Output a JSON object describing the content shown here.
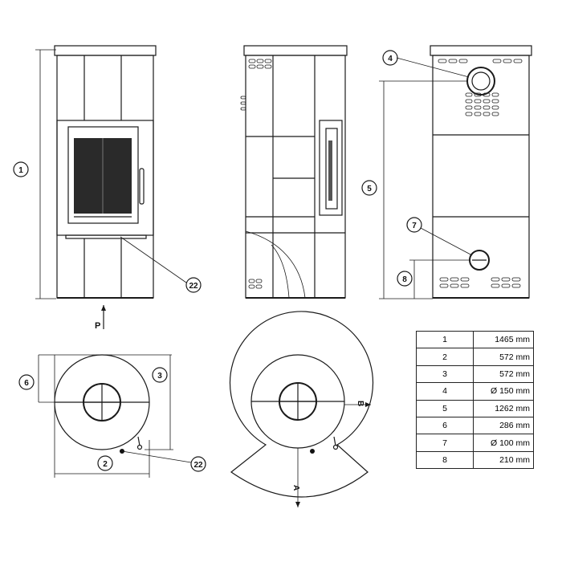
{
  "callouts": {
    "height_mark": "1",
    "width_mark": "2",
    "depth_mark": "3",
    "flue_top_mark": "4",
    "flue_top_height_mark": "5",
    "depth_offset_mark": "6",
    "air_inlet_mark": "7",
    "air_inlet_height_mark": "8",
    "ash_mark_front": "22",
    "ash_mark_plan": "22"
  },
  "view_labels": {
    "front_view_arrow": "P",
    "plan_b_marker": "B",
    "plan_a_marker": "A"
  },
  "spec_table": {
    "rows": [
      {
        "index": "1",
        "value": "1465 mm"
      },
      {
        "index": "2",
        "value": "572 mm"
      },
      {
        "index": "3",
        "value": "572 mm"
      },
      {
        "index": "4",
        "value": "Ø 150 mm"
      },
      {
        "index": "5",
        "value": "1262 mm"
      },
      {
        "index": "6",
        "value": "286 mm"
      },
      {
        "index": "7",
        "value": "Ø 100 mm"
      },
      {
        "index": "8",
        "value": "210 mm"
      }
    ]
  }
}
